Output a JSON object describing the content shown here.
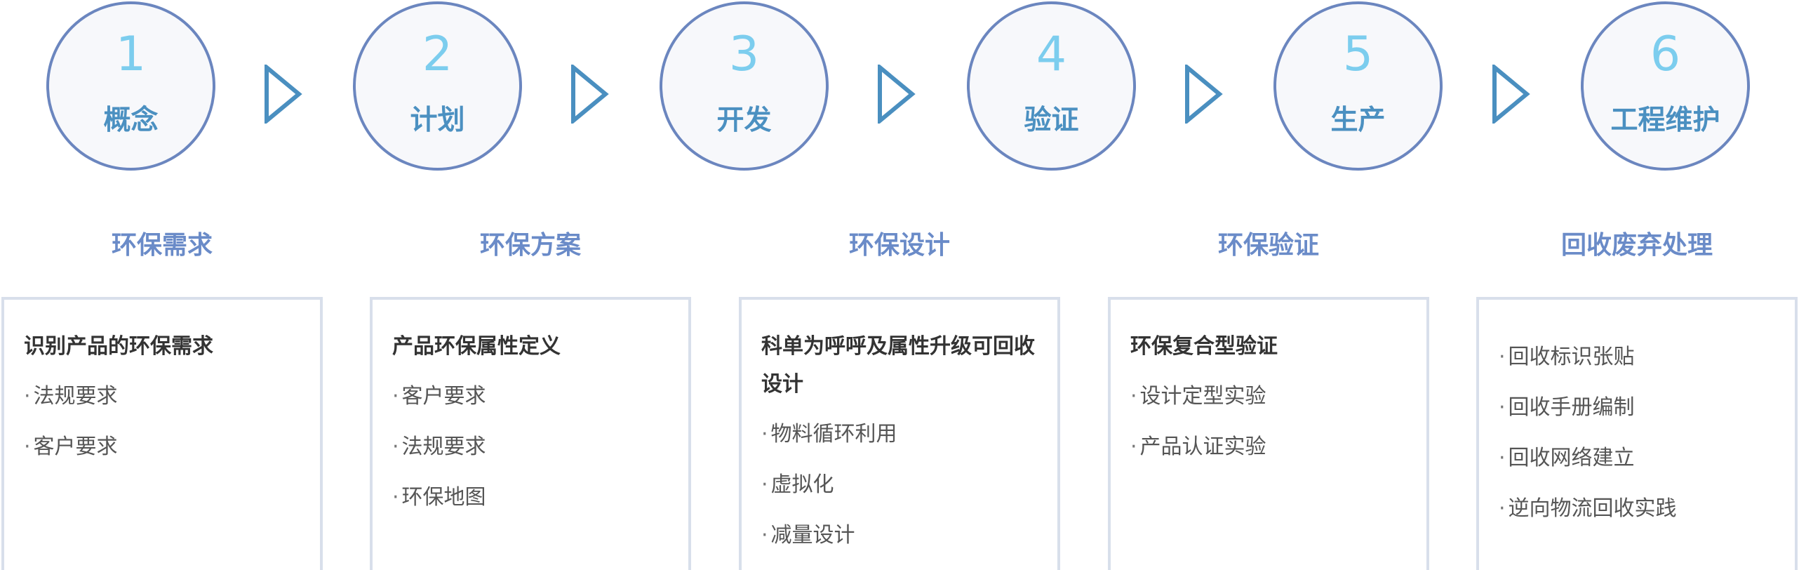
{
  "colors": {
    "circle_border": "#6b86bf",
    "number": "#7ccdee",
    "stage_name": "#4b90c1",
    "arrow": "#4a8fc0",
    "column_title": "#6a8bc8",
    "card_border": "#d8dfeb"
  },
  "steps": [
    {
      "number": "1",
      "name": "概念"
    },
    {
      "number": "2",
      "name": "计划"
    },
    {
      "number": "3",
      "name": "开发"
    },
    {
      "number": "4",
      "name": "验证"
    },
    {
      "number": "5",
      "name": "生产"
    },
    {
      "number": "6",
      "name": "工程维护"
    }
  ],
  "bullet": "·",
  "columns": [
    {
      "title": "环保需求",
      "heading": "识别产品的环保需求",
      "items": [
        "法规要求",
        "客户要求"
      ]
    },
    {
      "title": "环保方案",
      "heading": "产品环保属性定义",
      "items": [
        "客户要求",
        "法规要求",
        "环保地图"
      ]
    },
    {
      "title": "环保设计",
      "heading": "科单为呼呼及属性升级可回收设计",
      "items": [
        "物料循环利用",
        "虚拟化",
        "减量设计"
      ]
    },
    {
      "title": "环保验证",
      "heading": "环保复合型验证",
      "items": [
        "设计定型实验",
        "产品认证实验"
      ]
    },
    {
      "title": "回收废弃处理",
      "heading": "",
      "items": [
        "回收标识张贴",
        "回收手册编制",
        "回收网络建立",
        "逆向物流回收实践"
      ]
    }
  ]
}
